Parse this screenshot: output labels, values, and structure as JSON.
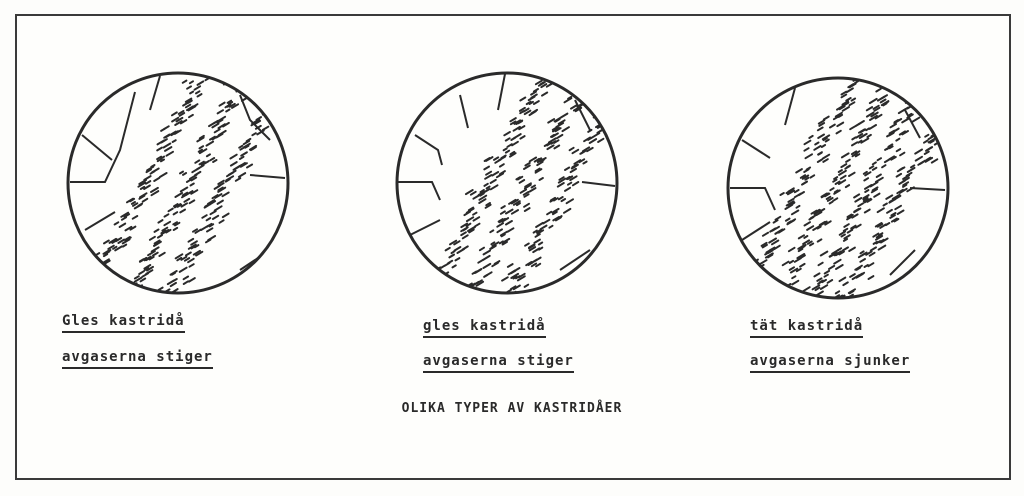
{
  "panels": [
    {
      "line1": "Gles kastridå",
      "line2": "avgaserna stiger"
    },
    {
      "line1": "gles kastridå",
      "line2": "avgaserna stiger"
    },
    {
      "line1": "tät kastridå",
      "line2": "avgaserna sjunker"
    }
  ],
  "caption": "OLIKA TYPER AV KASTRIDÅER",
  "colors": {
    "ink": "#2a2a2a",
    "paper": "#fdfdfb"
  }
}
